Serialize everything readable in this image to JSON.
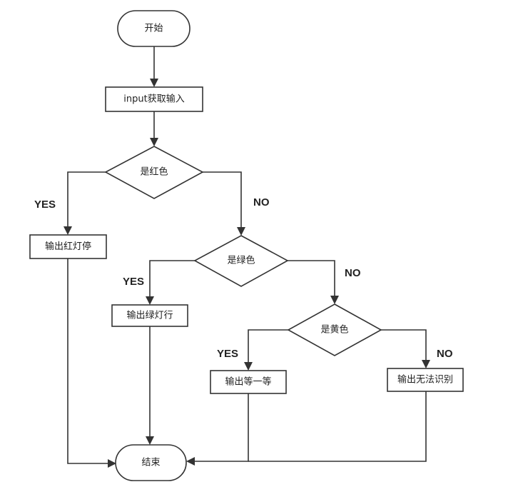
{
  "flowchart": {
    "start": "开始",
    "input": "input获取输入",
    "decision_red": "是红色",
    "output_red": "输出红灯停",
    "decision_green": "是绿色",
    "output_green": "输出绿灯行",
    "decision_yellow": "是黄色",
    "output_yellow": "输出等一等",
    "output_unknown": "输出无法识别",
    "end": "结束",
    "yes_label": "YES",
    "no_label": "NO"
  }
}
